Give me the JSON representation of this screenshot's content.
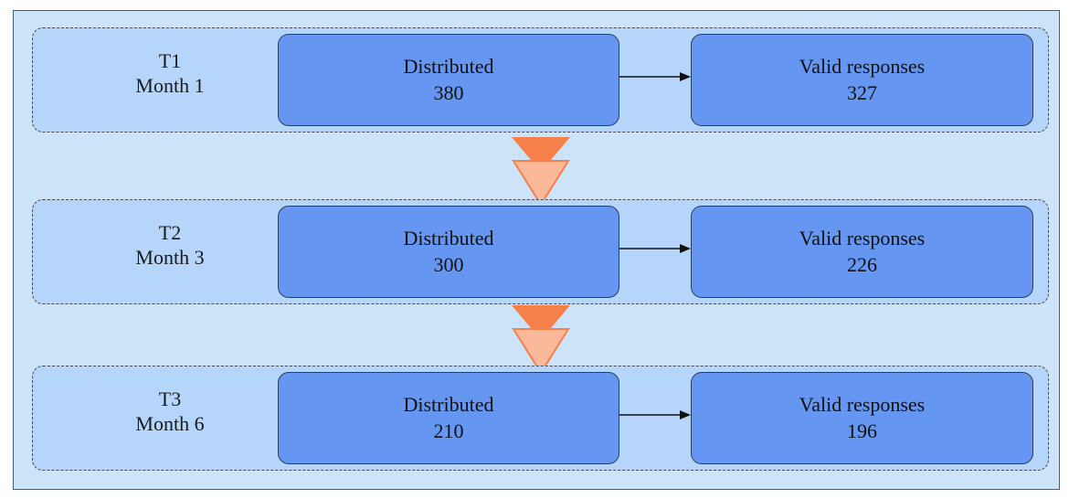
{
  "stages": [
    {
      "time": "T1",
      "month": "Month 1",
      "left_label": "Distributed",
      "left_value": "380",
      "right_label": "Valid responses",
      "right_value": "327"
    },
    {
      "time": "T2",
      "month": "Month 3",
      "left_label": "Distributed",
      "left_value": "300",
      "right_label": "Valid responses",
      "right_value": "226"
    },
    {
      "time": "T3",
      "month": "Month 6",
      "left_label": "Distributed",
      "left_value": "210",
      "right_label": "Valid responses",
      "right_value": "196"
    }
  ],
  "colors": {
    "outer_background": "#cde3f8",
    "stage_background": "#b6d5fa",
    "box_fill": "#6496f2",
    "arrow_dark": "#f5804a",
    "arrow_light": "#fbb89a"
  },
  "icons": {
    "link_arrow": "arrow-right-icon",
    "stage_arrow": "double-chevron-down-icon"
  }
}
